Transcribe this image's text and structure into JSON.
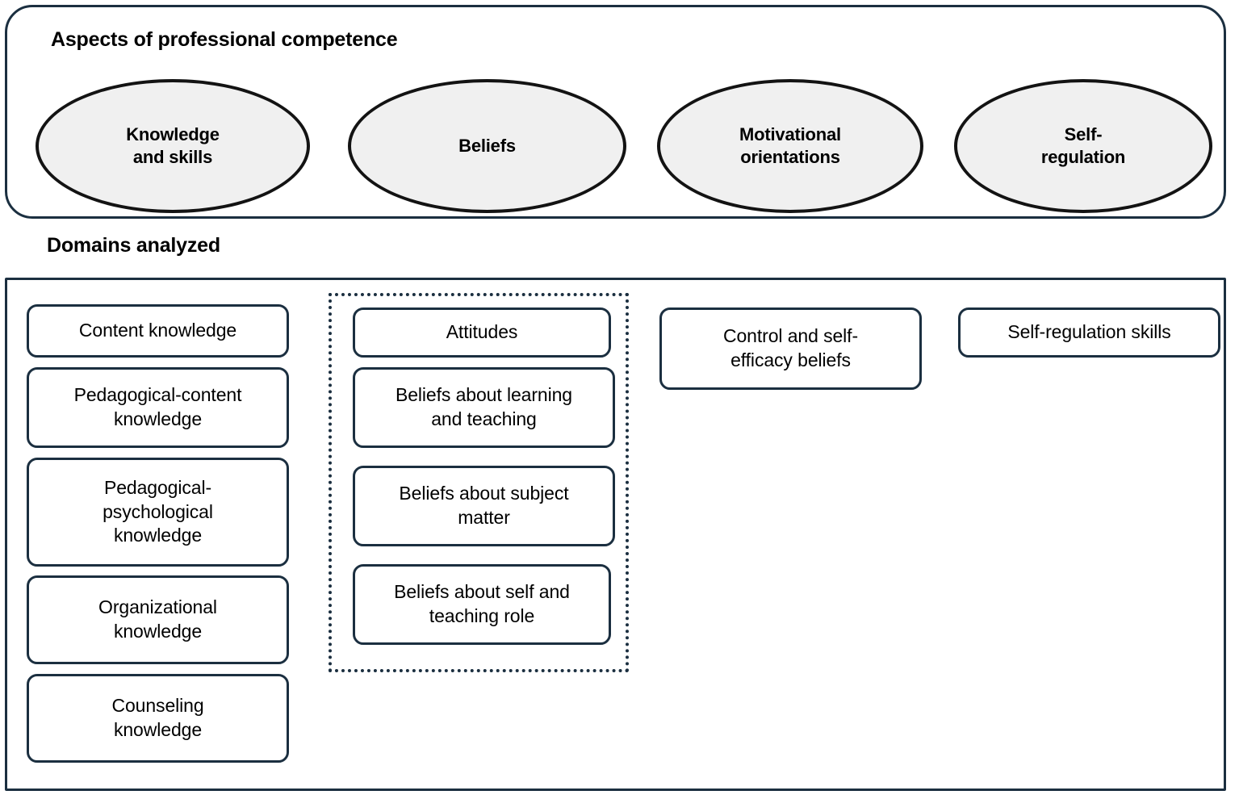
{
  "aspects_panel": {
    "title": "Aspects of professional competence",
    "ellipses": [
      {
        "label": "Knowledge\nand skills"
      },
      {
        "label": "Beliefs"
      },
      {
        "label": "Motivational\norientations"
      },
      {
        "label": "Self-\nregulation"
      }
    ]
  },
  "domains_label": "Domains analyzed",
  "domains_panel": {
    "columns": [
      {
        "name": "knowledge-and-skills-domains",
        "dotted_group": false,
        "boxes": [
          "Content knowledge",
          "Pedagogical-content\nknowledge",
          "Pedagogical-\npsychological\nknowledge",
          "Organizational\nknowledge",
          "Counseling\nknowledge"
        ]
      },
      {
        "name": "beliefs-domains",
        "dotted_group": true,
        "boxes": [
          "Attitudes",
          "Beliefs about learning\nand teaching",
          "Beliefs about subject\nmatter",
          "Beliefs about self and\nteaching role"
        ]
      },
      {
        "name": "motivational-orientations-domains",
        "dotted_group": false,
        "boxes": [
          "Control and self-\nefficacy beliefs"
        ]
      },
      {
        "name": "self-regulation-domains",
        "dotted_group": false,
        "boxes": [
          "Self-regulation skills"
        ]
      }
    ]
  },
  "colors": {
    "panel_border": "#1b2f40",
    "box_border": "#1b2f40",
    "ellipse_border": "#131313",
    "ellipse_fill": "#f0f0f0",
    "box_fill": "#ffffff",
    "text": "#000000",
    "background": "#ffffff"
  }
}
